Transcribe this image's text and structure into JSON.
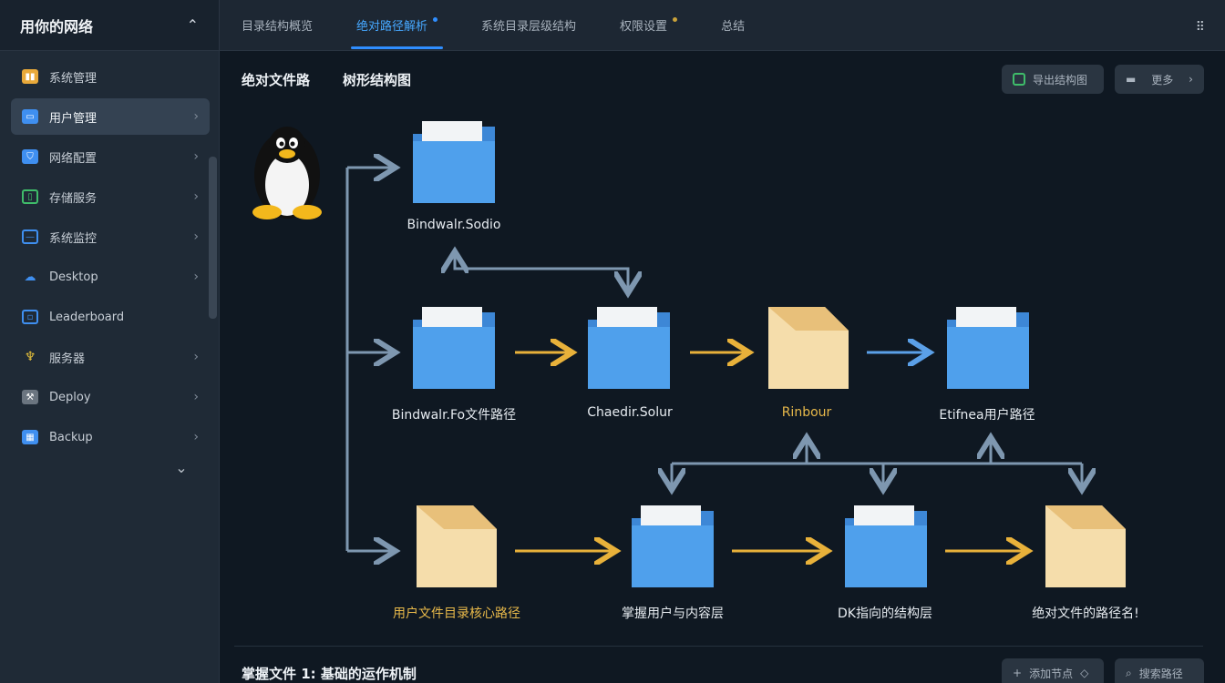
{
  "sidebar": {
    "title": "用你的网络",
    "items": [
      {
        "label": "系统管理",
        "icon": "chart-icon",
        "color": "#e8a93a"
      },
      {
        "label": "用户管理",
        "icon": "monitor-icon",
        "color": "#3f8ff0",
        "active": true
      },
      {
        "label": "网络配置",
        "icon": "shield-icon",
        "color": "#3f8ff0"
      },
      {
        "label": "存储服务",
        "icon": "grid-icon",
        "color": "#3fbd6a"
      },
      {
        "label": "系统监控",
        "icon": "screen-icon",
        "color": "#3f8ff0"
      },
      {
        "label": "Desktop",
        "icon": "cloud-icon",
        "color": "#3f8ff0"
      },
      {
        "label": "Leaderboard",
        "icon": "window-icon",
        "color": "#3f8ff0"
      },
      {
        "label": "服务器",
        "icon": "trophy-icon",
        "color": "#e8c23a"
      },
      {
        "label": "Deploy",
        "icon": "tool-icon",
        "color": "#8a949f"
      },
      {
        "label": "Backup",
        "icon": "apps-icon",
        "color": "#3f8ff0"
      }
    ]
  },
  "tabs": [
    {
      "label": "目录结构概览",
      "active": false,
      "dot": false
    },
    {
      "label": "绝对路径解析",
      "active": true,
      "dot": true,
      "dot_color": "#2f8eff"
    },
    {
      "label": "系统目录层级结构",
      "active": false,
      "dot": false
    },
    {
      "label": "权限设置",
      "active": false,
      "dot": true,
      "dot_color": "#c9a23a"
    },
    {
      "label": "总结",
      "active": false,
      "dot": false
    }
  ],
  "main": {
    "heading_left": "绝对文件路",
    "heading_right": "树形结构图",
    "btn_export": "导出结构图",
    "btn_more": "更多",
    "footer_title": "掌握文件 1: 基础的运作机制",
    "footer_btn1": "添加节点",
    "footer_btn2": "搜索路径"
  },
  "diagram": {
    "n1": "Bindwalr.Sodio",
    "n2": "Bindwalr.Fo文件路径",
    "n3": "Chaedir.Solur",
    "n4": "Rinbour",
    "n5": "Etifnea用户路径",
    "n6": "用户文件目录核心路径",
    "n7": "掌握用户与内容层",
    "n8": "DK指向的结构层",
    "n9": "绝对文件的路径名!"
  },
  "colors": {
    "folder_blue": "#4fa0ec",
    "folder_cream": "#f5ddab",
    "arrow_gold": "#e8b13a",
    "arrow_blue": "#5ba0e8",
    "line_steel": "#7e97b0"
  }
}
